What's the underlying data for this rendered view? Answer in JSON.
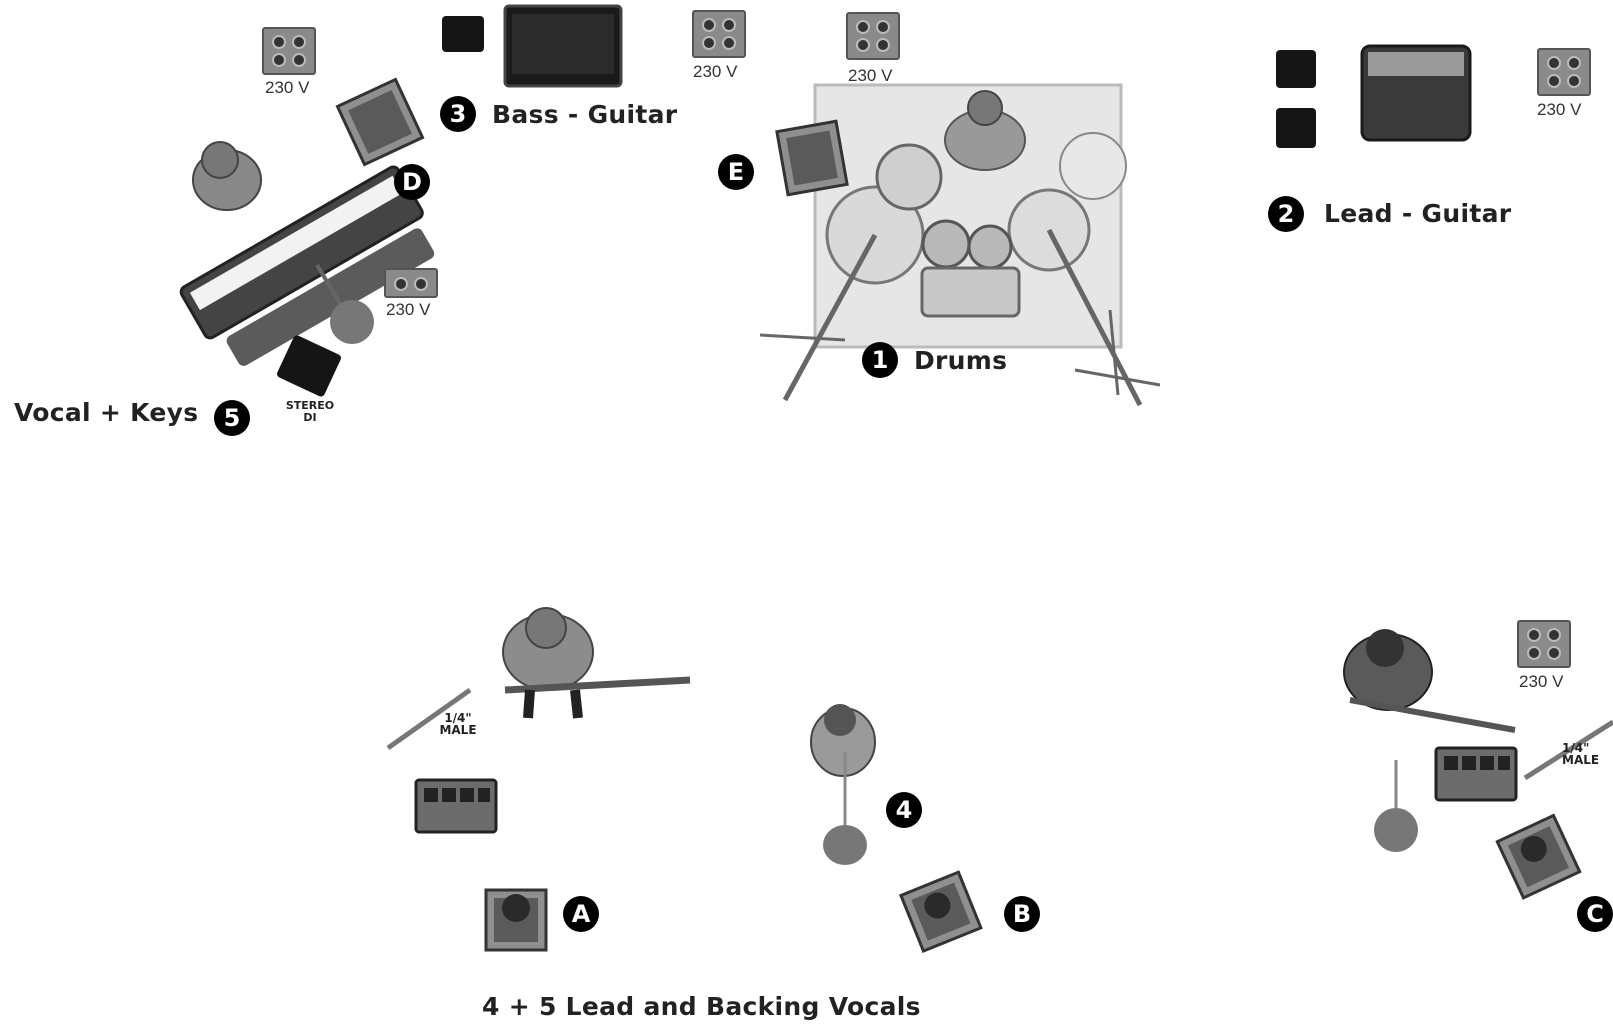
{
  "labels": {
    "bass": "Bass - Guitar",
    "lead": "Lead - Guitar",
    "drums": "Drums",
    "vocal_keys": "Vocal + Keys",
    "vocals": "4 + 5 Lead and Backing Vocals"
  },
  "badges": {
    "drums": "1",
    "lead": "2",
    "bass": "3",
    "vocal4": "4",
    "keys": "5",
    "a": "A",
    "b": "B",
    "c": "C",
    "d": "D",
    "e": "E"
  },
  "outlet_label": "230 V",
  "jack_label": "1/4\" MALE",
  "jack_label_line1": "1/4\"",
  "jack_label_line2": "MALE",
  "di_label_line1": "STEREO",
  "di_label_line2": "DI",
  "di_small": "DI"
}
